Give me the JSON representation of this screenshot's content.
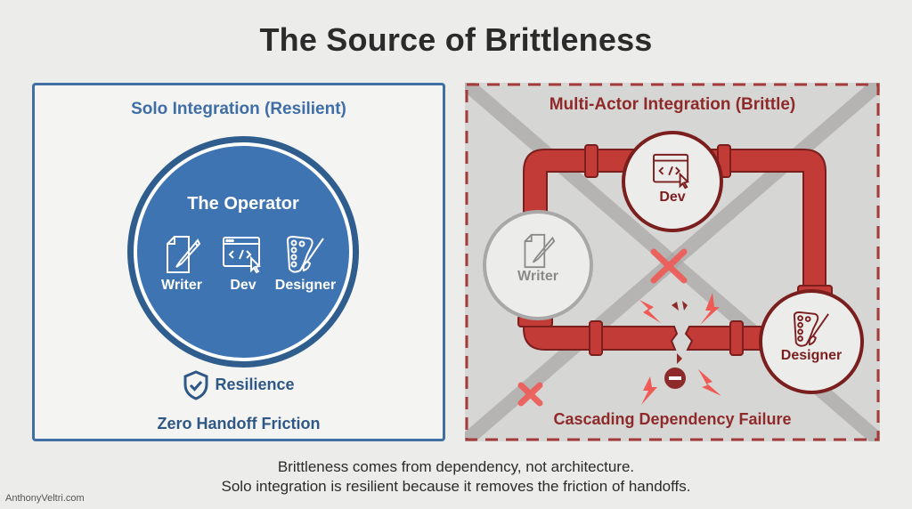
{
  "title": "The Source of Brittleness",
  "left_panel": {
    "title": "Solo Integration (Resilient)",
    "circle_title": "The Operator",
    "roles": [
      {
        "label": "Writer",
        "icon": "writer-document-pen-icon"
      },
      {
        "label": "Dev",
        "icon": "code-window-cursor-icon"
      },
      {
        "label": "Designer",
        "icon": "palette-brush-icon"
      }
    ],
    "badge": {
      "label": "Resilience",
      "icon": "shield-check-icon"
    },
    "caption": "Zero Handoff Friction",
    "colors": {
      "border": "#3f6fa3",
      "circle": "#3d74b1",
      "text": "#2f5886"
    }
  },
  "right_panel": {
    "title": "Multi-Actor Integration (Brittle)",
    "nodes": [
      {
        "label": "Writer",
        "icon": "writer-document-pen-icon",
        "state": "disconnected"
      },
      {
        "label": "Dev",
        "icon": "code-window-cursor-icon",
        "state": "active"
      },
      {
        "label": "Designer",
        "icon": "palette-brush-icon",
        "state": "active"
      }
    ],
    "caption": "Cascading Dependency Failure",
    "colors": {
      "border": "#a53a3a",
      "pipe": "#c23b37",
      "text": "#8f2a2a",
      "x_mark": "#ef5a55"
    }
  },
  "footer": {
    "line1": "Brittleness comes from dependency, not architecture.",
    "line2": "Solo integration is resilient because it removes the friction of handoffs."
  },
  "brand": "AnthonyVeltri.com"
}
